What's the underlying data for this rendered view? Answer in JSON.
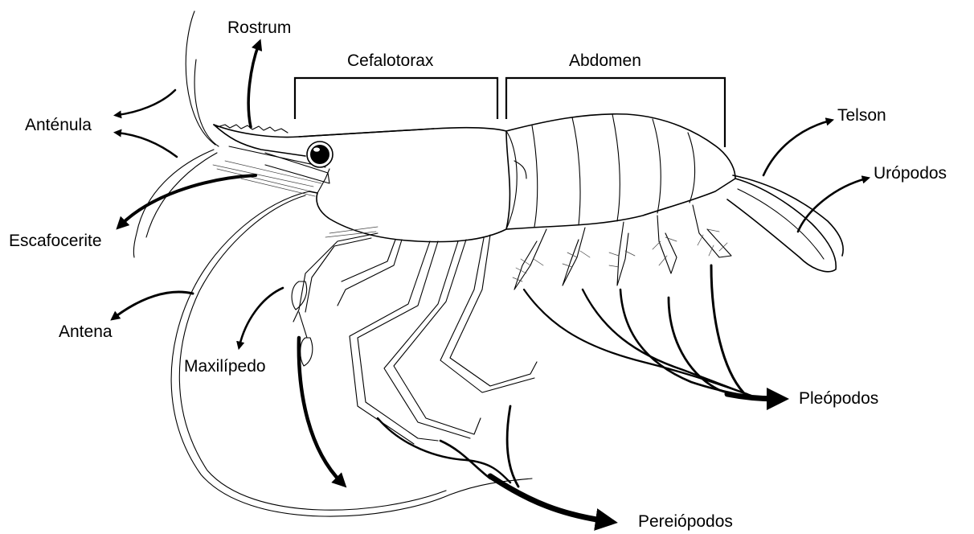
{
  "labels": {
    "rostrum": "Rostrum",
    "cefalotorax": "Cefalotorax",
    "abdomen": "Abdomen",
    "antenula": "Anténula",
    "escafocerite": "Escafocerite",
    "antena": "Antena",
    "maxilipedo": "Maxilípedo",
    "telson": "Telson",
    "uropodos": "Urópodos",
    "pleopodos": "Pleópodos",
    "pereiopodos": "Pereiópodos"
  }
}
